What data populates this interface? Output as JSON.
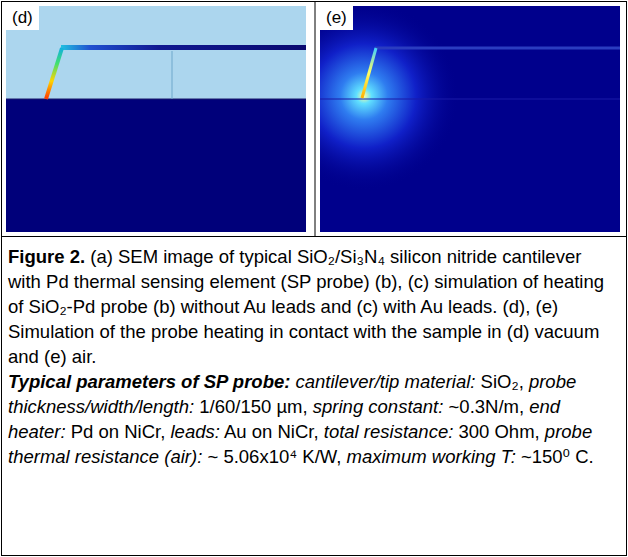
{
  "diagram": {
    "caption": "(a) SEM image of typical SiO₂/Si₃N₄ silicon nitride cantilever with Pd thermal sensing element (SP probe) (b), (c) simulation of heating of SiO₂-Pd probe (b) without Au leads and (c) with Au leads. (d), (e) Simulation of the probe heating in contact with the sample in (d) vacuum and (e) air.",
    "nodes": [
      {
        "text": [
          "(d)"
        ]
      },
      {
        "text": [
          "(e)"
        ]
      }
    ],
    "labels": [
      "Figure 2.",
      "Typical parameters of SP probe:",
      "cantilever/tip material:",
      "SiO₂,",
      "probe thickness/width/length:",
      "1/60/150 µm,",
      "spring constant:",
      "~0.3N/m,",
      "end heater:",
      "Pd on NiCr,",
      "leads:",
      "Au on NiCr,",
      "total resistance:",
      "300 Ohm,",
      "probe thermal resistance (air):",
      "~ 5.06x10⁴ K/W,",
      "maximum working T:",
      "~150⁰ C."
    ]
  }
}
